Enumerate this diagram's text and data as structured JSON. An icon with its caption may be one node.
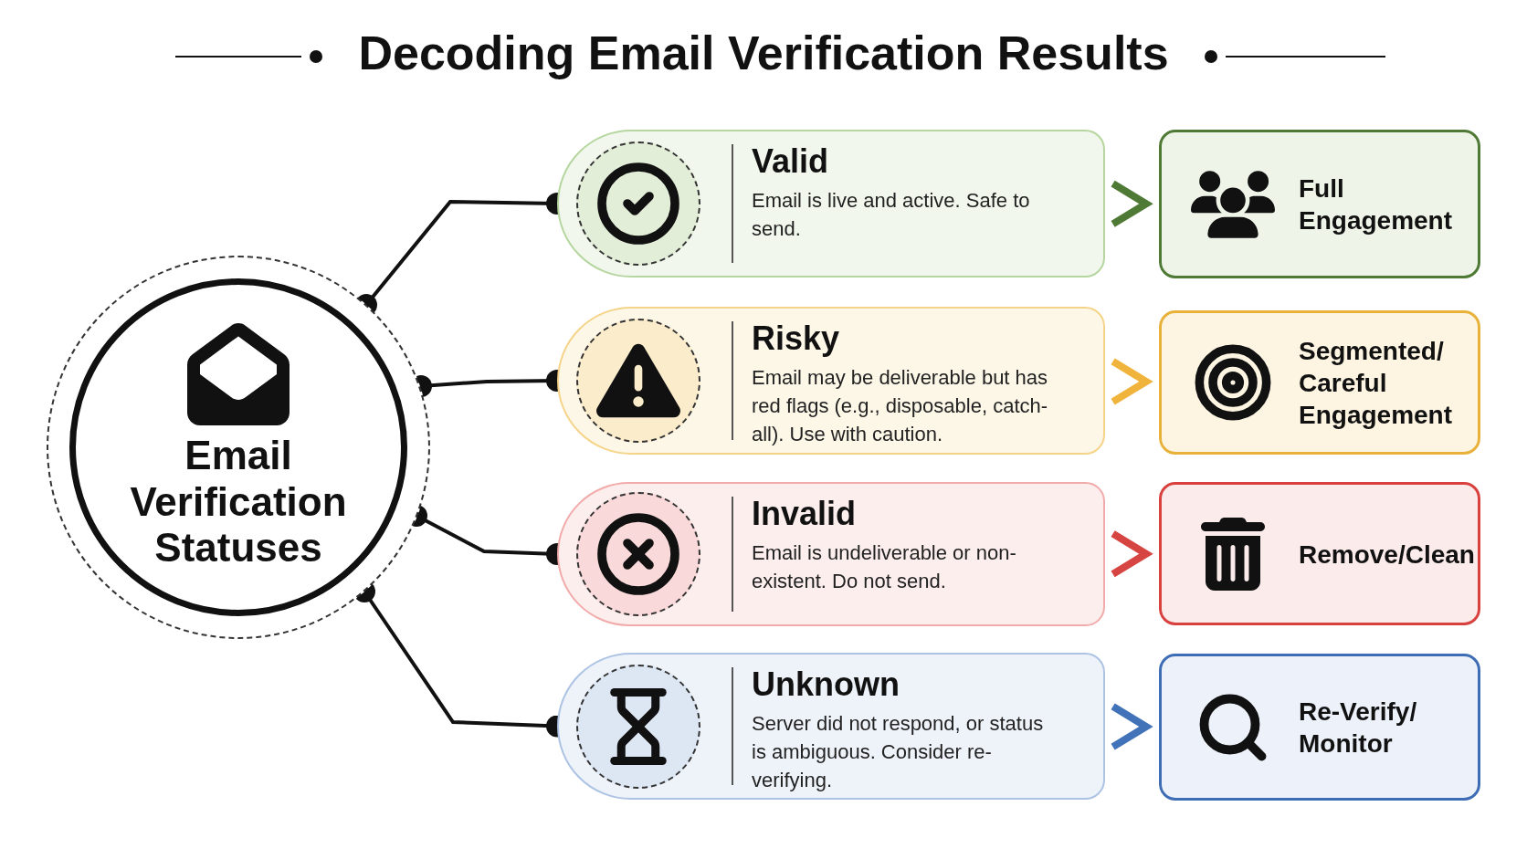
{
  "diagram": {
    "title": "Decoding Email Verification Results",
    "nodes": [
      {
        "text": [
          "Email Verification Statuses"
        ]
      },
      {
        "text": [
          "Valid",
          "Email is live and active. Safe to send."
        ]
      },
      {
        "text": [
          "Risky",
          "Email may be deliverable but has red flags (e.g., disposable, catch-all). Use with caution."
        ]
      },
      {
        "text": [
          "Invalid",
          "Email is undeliverable or non-existent. Do not send."
        ]
      },
      {
        "text": [
          "Unknown",
          "Server did not respond, or status is ambiguous. Consider re-verifying."
        ]
      },
      {
        "text": [
          "Full Engagement"
        ]
      },
      {
        "text": [
          "Segmented/ Careful Engagement"
        ]
      },
      {
        "text": [
          "Remove/Clean"
        ]
      },
      {
        "text": [
          "Re-Verify/ Monitor"
        ]
      }
    ],
    "edges": [
      {
        "from": 0,
        "to": 1,
        "arrow": "other"
      },
      {
        "from": 0,
        "to": 2,
        "arrow": "other"
      },
      {
        "from": 0,
        "to": 3,
        "arrow": "other"
      },
      {
        "from": 0,
        "to": 4,
        "arrow": "other"
      },
      {
        "from": 1,
        "to": 5,
        "arrow": "to",
        "style": "thick",
        "color": "#4f7a35"
      },
      {
        "from": 2,
        "to": 6,
        "arrow": "to",
        "style": "thick",
        "color": "#f0b43c"
      },
      {
        "from": 3,
        "to": 7,
        "arrow": "to",
        "style": "thick",
        "color": "#d64541"
      },
      {
        "from": 4,
        "to": 8,
        "arrow": "to",
        "style": "thick",
        "color": "#4272b8"
      }
    ]
  }
}
